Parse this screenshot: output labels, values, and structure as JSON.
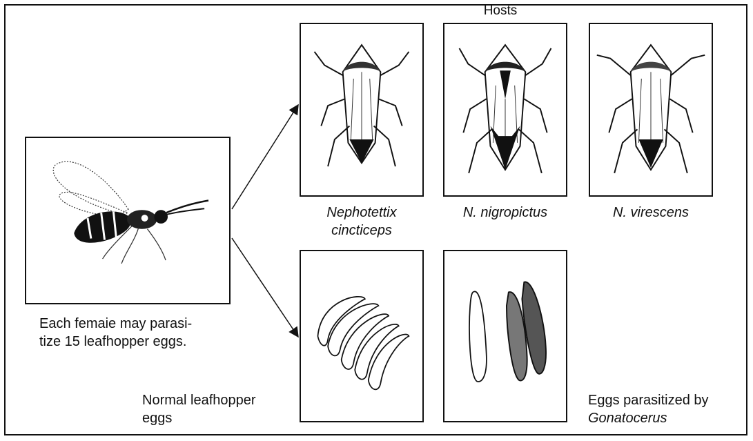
{
  "header": {
    "hosts_label": "Hosts"
  },
  "wasp": {
    "caption_line1": "Each femaie may parasi-",
    "caption_line2": "tize 15 leafhopper eggs."
  },
  "hosts": [
    {
      "name_line1": "Nephotettix",
      "name_line2": "cincticeps"
    },
    {
      "name_line1": "N. nigropictus",
      "name_line2": ""
    },
    {
      "name_line1": "N. virescens",
      "name_line2": ""
    }
  ],
  "eggs": {
    "normal_line1": "Normal leafhopper",
    "normal_line2": "eggs",
    "parasitized_line1": "Eggs parasitized by",
    "parasitized_line2": "Gonatocerus"
  }
}
